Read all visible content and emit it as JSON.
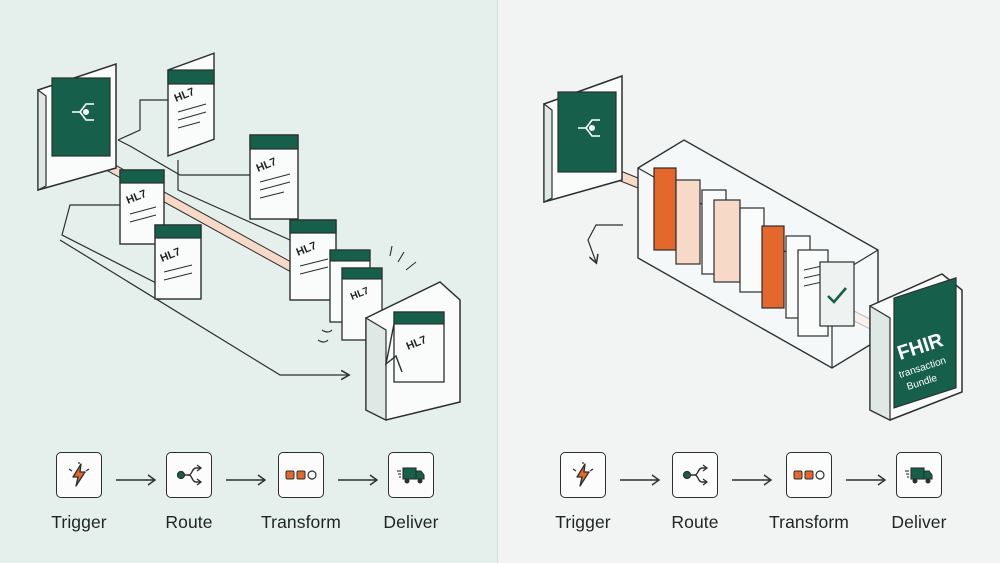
{
  "panels": {
    "left": {
      "doc_label": "HL7",
      "steps": [
        {
          "label": "Trigger",
          "icon": "lightning-icon"
        },
        {
          "label": "Route",
          "icon": "route-icon"
        },
        {
          "label": "Transform",
          "icon": "transform-icon"
        },
        {
          "label": "Deliver",
          "icon": "truck-icon"
        }
      ]
    },
    "right": {
      "bundle_title": "FHIR",
      "bundle_subtitle_1": "transaction",
      "bundle_subtitle_2": "Bundle",
      "steps": [
        {
          "label": "Trigger",
          "icon": "lightning-icon"
        },
        {
          "label": "Route",
          "icon": "route-icon"
        },
        {
          "label": "Transform",
          "icon": "transform-icon"
        },
        {
          "label": "Deliver",
          "icon": "truck-icon"
        }
      ]
    }
  },
  "colors": {
    "accent_green": "#16604b",
    "accent_orange": "#e4672b",
    "line_dark": "#2b2f2e",
    "peach": "#f7d9c8"
  }
}
